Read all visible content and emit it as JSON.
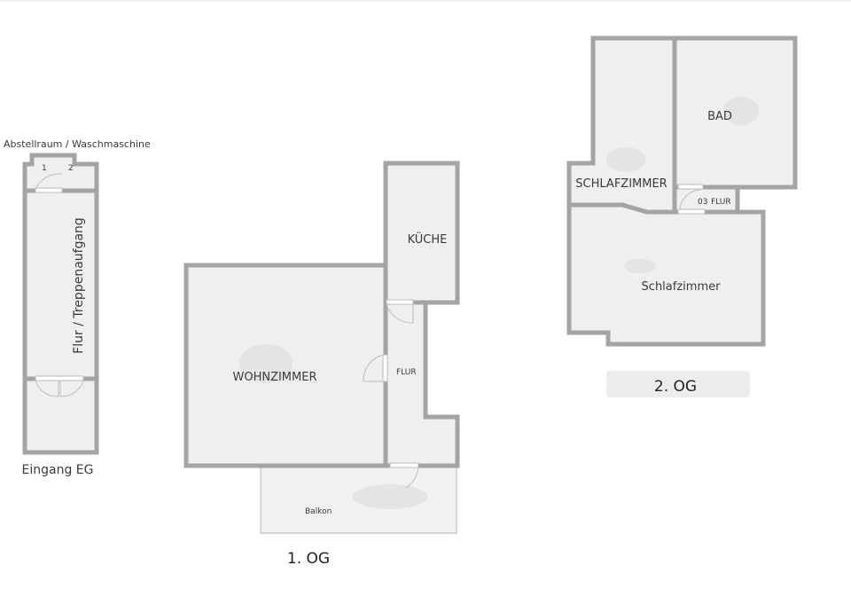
{
  "floor_eg": {
    "storage_label": "Abstellraum / Waschmaschine",
    "hall_label": "Flur / Treppenaufgang",
    "door_num_1": "1",
    "door_num_2": "2",
    "caption": "Eingang EG"
  },
  "floor_1": {
    "living_label": "WOHNZIMMER",
    "kitchen_label": "KÜCHE",
    "hall_label": "FLUR",
    "balcony_label": "Balkon",
    "caption": "1. OG"
  },
  "floor_2": {
    "bedroom_small_label": "SCHLAFZIMMER",
    "bath_label": "BAD",
    "hall_number": "03",
    "hall_label": "FLUR",
    "bedroom_large_label": "Schlafzimmer",
    "caption": "2. OG"
  },
  "colors": {
    "wall": "#a4a4a4",
    "floor": "#efefef",
    "text": "#3a3a3a"
  }
}
